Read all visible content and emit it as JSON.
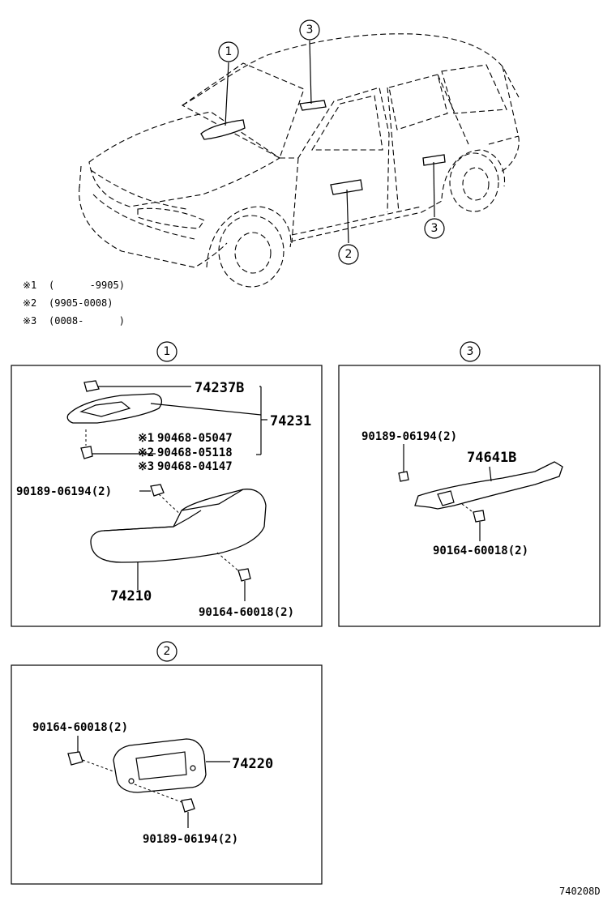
{
  "overview": {
    "callouts": [
      {
        "num": "1"
      },
      {
        "num": "3"
      },
      {
        "num": "2"
      },
      {
        "num": "3"
      }
    ],
    "notes": [
      {
        "mark": "※1",
        "range": "(      -9905)"
      },
      {
        "mark": "※2",
        "range": "(9905-0008)"
      },
      {
        "mark": "※3",
        "range": "(0008-      )"
      }
    ]
  },
  "panel1": {
    "circle": "1",
    "parts": {
      "cap": "74237B",
      "assy": "74231",
      "clip1_mark": "※1",
      "clip1": "90468-05047",
      "clip2_mark": "※2",
      "clip2": "90468-05118",
      "clip3_mark": "※3",
      "clip3": "90468-04147",
      "nut": "90189-06194(2)",
      "handle": "74210",
      "screw": "90164-60018(2)"
    }
  },
  "panel2": {
    "circle": "2",
    "parts": {
      "screw": "90164-60018(2)",
      "handle": "74220",
      "nut": "90189-06194(2)"
    }
  },
  "panel3": {
    "circle": "3",
    "parts": {
      "nut": "90189-06194(2)",
      "handle": "74641B",
      "screw": "90164-60018(2)"
    }
  },
  "diagram_code": "740208D"
}
